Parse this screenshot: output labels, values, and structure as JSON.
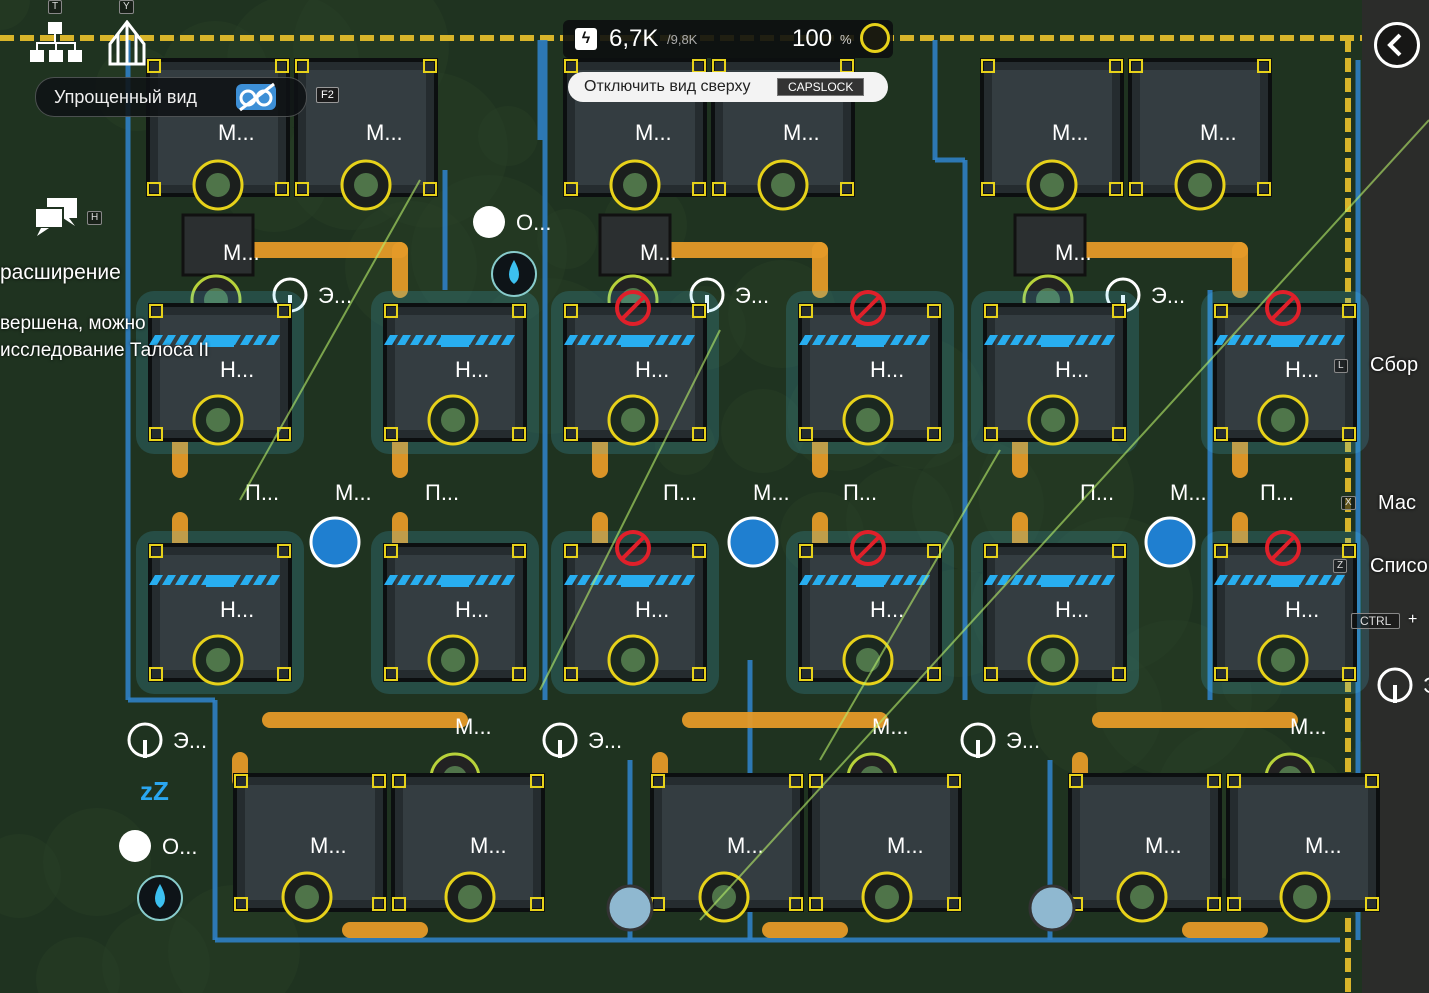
{
  "hotkeys": {
    "top_left_1": "T",
    "top_left_2": "Y",
    "side_h": "H",
    "simplified_view": "F2",
    "top_view": "CAPSLOCK",
    "right_l": "L",
    "right_x": "X",
    "right_z": "Z",
    "right_ctrl": "CTRL",
    "plus": "+"
  },
  "hud": {
    "simplified_view_label": "Упрощенный вид",
    "power_current": "6,7K",
    "power_max": "/9,8K",
    "satisfaction": "100",
    "satisfaction_unit": "%",
    "top_view_label": "Отключить вид сверху"
  },
  "left_panel": {
    "expansion": "расширение",
    "notice_line1": "вершена, можно",
    "notice_line2": "исследование Талоса II"
  },
  "right_panel": {
    "item1": "Сбор",
    "item2": "Мас",
    "item3": "Списо"
  },
  "buildings": {
    "greenhouse": "М...",
    "silo": "М...",
    "seedbox": "М...",
    "relay": "Э...",
    "harvester": "Н...",
    "planter_a": "П...",
    "mixer": "М...",
    "planter_b": "П...",
    "outpost": "О...",
    "relay_short": "Э...",
    "mixer_short": "М..."
  },
  "colors": {
    "ground": "#1f3320",
    "pipe_orange": "#e59a28",
    "pipe_blue": "#2f7fc4",
    "glow": "#48c7f0",
    "accent_yellow": "#e7d21a",
    "warning_red": "#e0202a"
  },
  "icons": [
    "hierarchy-icon",
    "crystal-icon",
    "chat-icon",
    "glasses-icon",
    "bolt-icon",
    "badge-icon",
    "back-icon",
    "water-drop-icon",
    "no-symbol-icon",
    "antenna-icon",
    "sleep-icon"
  ]
}
